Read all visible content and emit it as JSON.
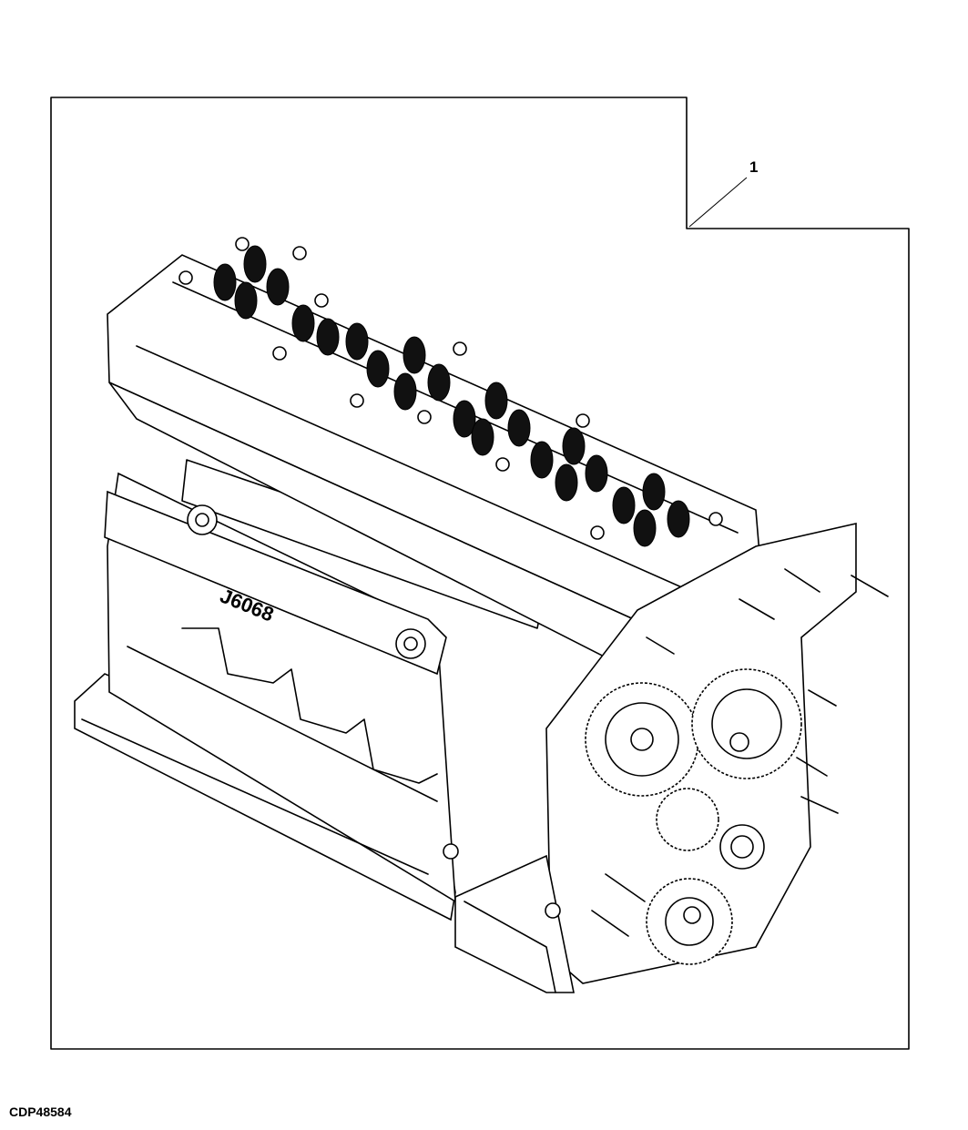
{
  "callout": {
    "number": "1"
  },
  "figure": {
    "id": "CDP48584",
    "engine_marking": "J6068"
  },
  "colors": {
    "line": "#000000",
    "background": "#ffffff"
  },
  "icons": {
    "part": "engine-block-illustration"
  }
}
